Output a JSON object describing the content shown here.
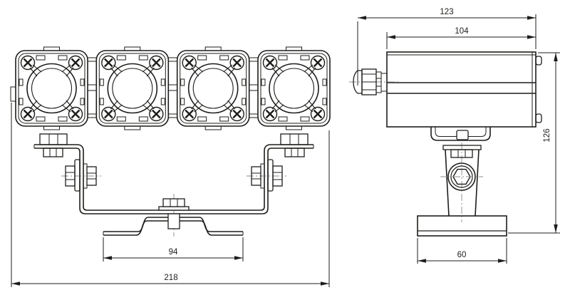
{
  "drawing": {
    "type": "technical-drawing",
    "subject": "four-module light fixture, front and side orthographic views",
    "line_color": "#1d1d1b",
    "centerline_color": "#8c8c8c",
    "background": "#ffffff",
    "views": {
      "front": {
        "label": "front-view",
        "lamp_count": 4,
        "dimensions": {
          "bracket_base_width": "94",
          "overall_width": "218"
        }
      },
      "side": {
        "label": "side-view",
        "dimensions": {
          "overall_depth": "123",
          "body_depth": "104",
          "overall_height": "126",
          "base_depth": "60"
        }
      }
    }
  }
}
